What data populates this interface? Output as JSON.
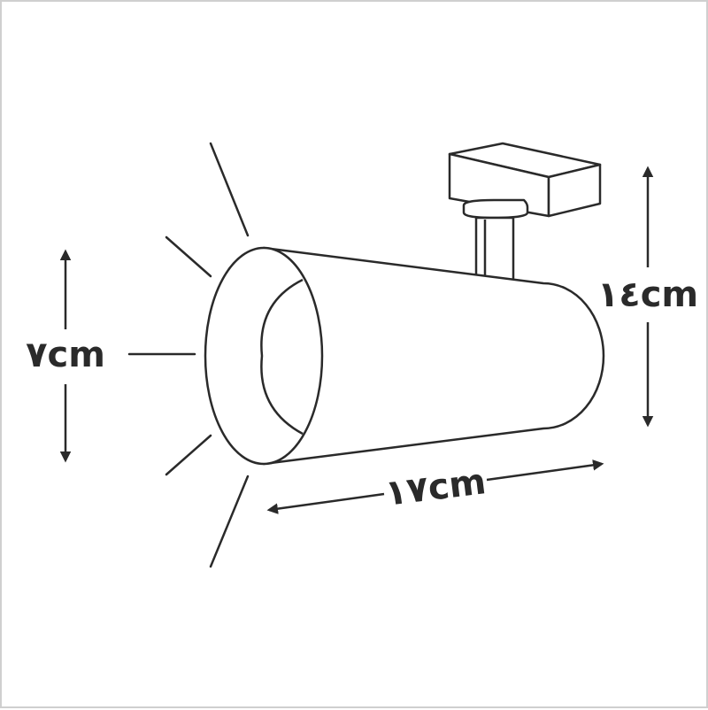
{
  "dimensions": {
    "height_label": "٧cm",
    "length_label": "١٧cm",
    "total_height_label": "١٤cm"
  },
  "colors": {
    "line": "#2a2a2a",
    "frame": "#cfcfcf",
    "background": "#ffffff"
  }
}
